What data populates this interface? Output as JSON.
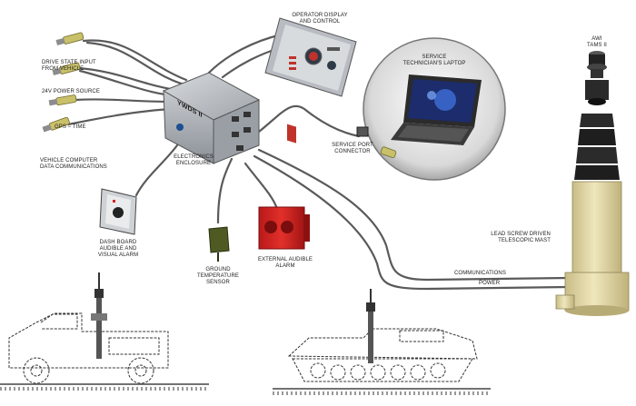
{
  "labels": {
    "drive_state": [
      "DRIVE STATE INPUT",
      "FROM VEHICLE"
    ],
    "power_source": [
      "24V POWER SOURCE"
    ],
    "gps": [
      "GPS – TIME"
    ],
    "vehicle_computer": [
      "VEHICLE COMPUTER",
      "DATA COMMUNICATIONS"
    ],
    "operator_display": [
      "OPERATOR DISPLAY",
      "AND CONTROL"
    ],
    "laptop": [
      "SERVICE",
      "TECHNICIAN'S LAPTOP"
    ],
    "mast_product": [
      "AWI",
      "TAMS II"
    ],
    "electronics": [
      "ELECTRONICS",
      "ENCLOSURE"
    ],
    "service_port": [
      "SERVICE PORT",
      "CONNECTOR"
    ],
    "dashboard_alarm": [
      "DASH BOARD",
      "AUDIBLE AND",
      "VISUAL ALARM"
    ],
    "ground_sensor": [
      "GROUND",
      "TEMPERATURE",
      "SENSOR"
    ],
    "external_alarm": [
      "EXTERNAL AUDIBLE",
      "ALARM"
    ],
    "telescopic_mast": [
      "LEAD SCREW DRIVEN",
      "TELESCOPIC MAST"
    ],
    "communications": [
      "COMMUNICATIONS"
    ],
    "power": [
      "POWER"
    ]
  },
  "enclosure_badge": "YWDS II",
  "colors": {
    "cable": "#555555",
    "enclosure": "#a9adb3",
    "mast": "#e3d9a6",
    "alarm_red": "#d6231f",
    "sensor_green": "#4e5a22",
    "laptop_screen": "#1c2c6c"
  },
  "icons": [
    "connector-plug-icon",
    "laptop-icon",
    "alarm-icon",
    "sensor-icon",
    "truck-icon",
    "tank-icon"
  ]
}
